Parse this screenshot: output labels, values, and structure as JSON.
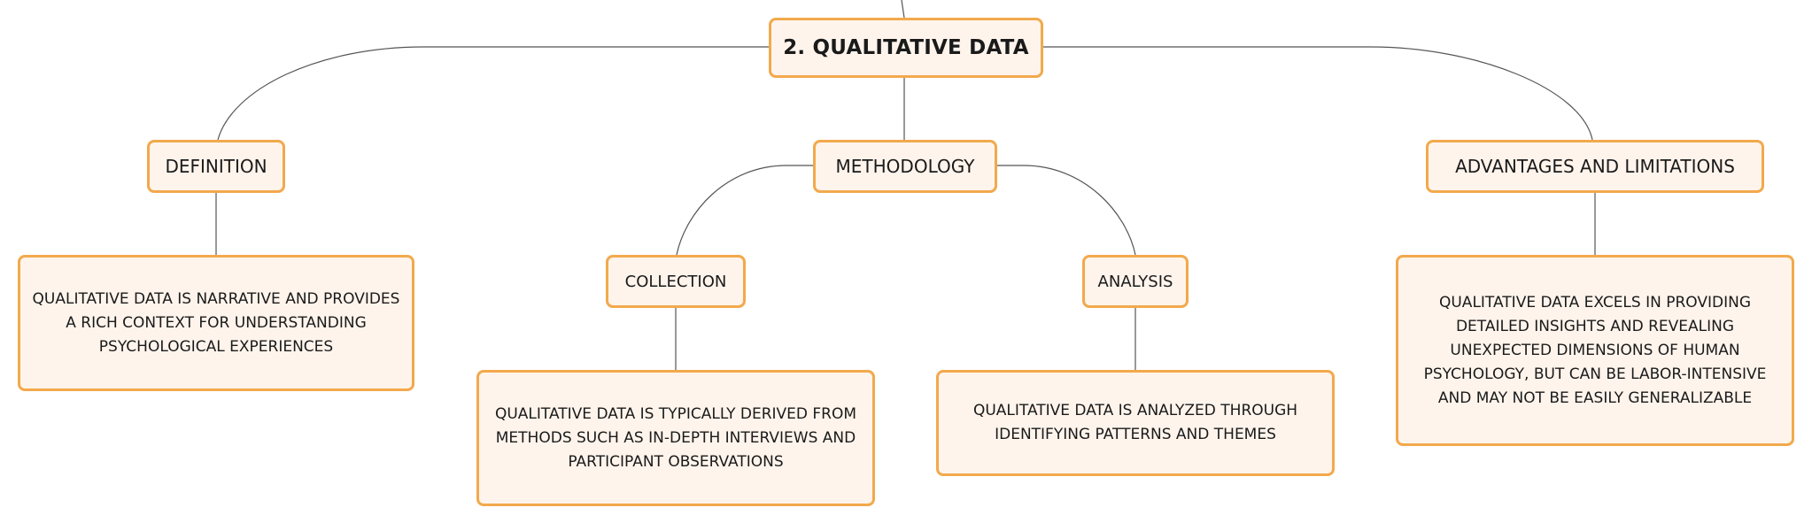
{
  "diagram": {
    "root": {
      "label": "2. QUALITATIVE DATA"
    },
    "definition": {
      "label": "DEFINITION",
      "detail": "QUALITATIVE DATA IS NARRATIVE AND PROVIDES A RICH CONTEXT FOR UNDERSTANDING PSYCHOLOGICAL EXPERIENCES"
    },
    "methodology": {
      "label": "METHODOLOGY",
      "collection": {
        "label": "COLLECTION",
        "detail": "QUALITATIVE DATA IS TYPICALLY DERIVED FROM METHODS SUCH AS IN-DEPTH INTERVIEWS AND PARTICIPANT OBSERVATIONS"
      },
      "analysis": {
        "label": "ANALYSIS",
        "detail": "QUALITATIVE DATA IS ANALYZED THROUGH IDENTIFYING PATTERNS AND THEMES"
      }
    },
    "advantages": {
      "label": "ADVANTAGES AND LIMITATIONS",
      "detail": "QUALITATIVE DATA EXCELS IN PROVIDING DETAILED INSIGHTS AND REVEALING UNEXPECTED DIMENSIONS OF HUMAN PSYCHOLOGY, BUT CAN BE LABOR-INTENSIVE AND MAY NOT BE EASILY GENERALIZABLE"
    }
  },
  "colors": {
    "node_fill": "#fef4ec",
    "node_border": "#f2a94c",
    "connector": "#555555",
    "text": "#1a1a1a"
  }
}
